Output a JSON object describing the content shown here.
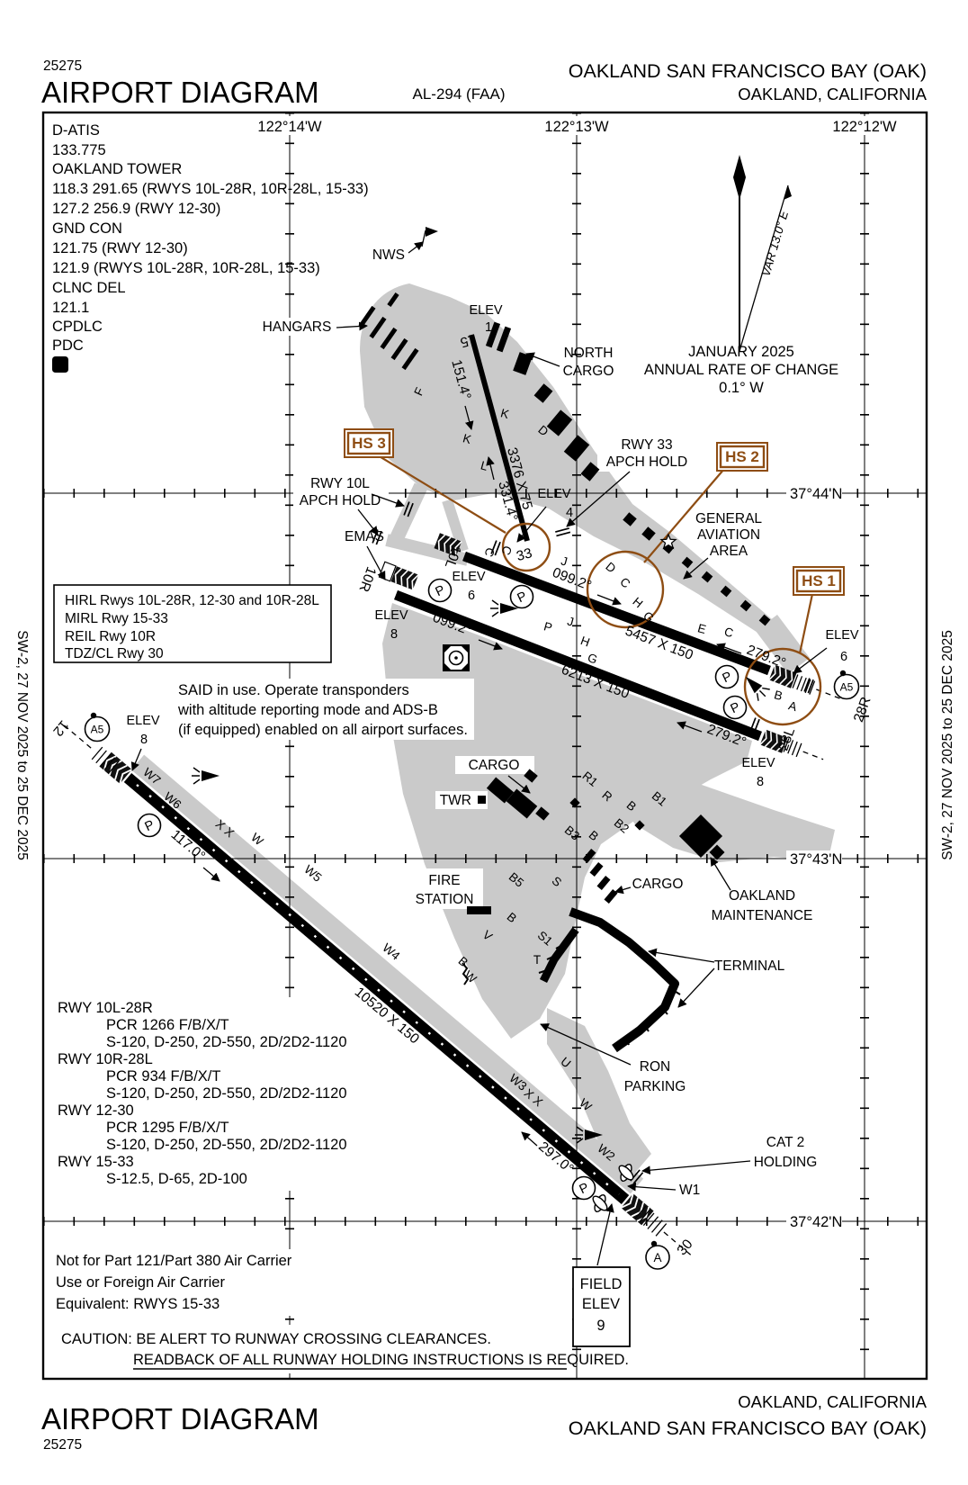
{
  "page": {
    "edition_number": "25275",
    "chart_title": "AIRPORT DIAGRAM",
    "procedure_id": "AL-294 (FAA)",
    "airport_title": "OAKLAND SAN FRANCISCO BAY (OAK)",
    "city": "OAKLAND, CALIFORNIA",
    "side_text": "SW-2,  27 NOV 2025  to  25 DEC 2025"
  },
  "comms": {
    "lines": [
      "D-ATIS",
      "133.775",
      "OAKLAND TOWER",
      "118.3  291.65 (RWYS 10L-28R, 10R-28L, 15-33)",
      "127.2  256.9 (RWY 12-30)",
      "GND CON",
      "121.75 (RWY 12-30)",
      "121.9 (RWYS 10L-28R, 10R-28L, 15-33)",
      "CLNC DEL",
      "121.1",
      "CPDLC",
      "PDC"
    ],
    "cpdlc_symbol": "D"
  },
  "grid": {
    "lon": [
      "122°14'W",
      "122°13'W",
      "122°12'W"
    ],
    "lat": [
      "37°44'N",
      "37°43'N",
      "37°42'N"
    ]
  },
  "magvar": {
    "arrow_label": "VAR 13.0° E",
    "date": "JANUARY 2025",
    "line2": "ANNUAL RATE OF CHANGE",
    "line3": "0.1° W"
  },
  "lighting": {
    "lines": [
      "HIRL Rwys 10L-28R, 12-30 and 10R-28L",
      "MIRL Rwy 15-33",
      "REIL Rwy 10R",
      "TDZ/CL Rwy 30"
    ]
  },
  "said_note": {
    "lines": [
      "SAID in use. Operate transponders",
      "with altitude reporting mode and ADS-B",
      "(if equipped) enabled on all airport surfaces."
    ]
  },
  "runway_data": {
    "entries": [
      {
        "name": "RWY 10L-28R",
        "pcr": "PCR 1266 F/B/X/T",
        "strength": "S-120, D-250, 2D-550, 2D/2D2-1120"
      },
      {
        "name": "RWY 10R-28L",
        "pcr": "PCR 934 F/B/X/T",
        "strength": "S-120, D-250, 2D-550, 2D/2D2-1120"
      },
      {
        "name": "RWY 12-30",
        "pcr": "PCR 1295 F/B/X/T",
        "strength": "S-120, D-250, 2D-550, 2D/2D2-1120"
      },
      {
        "name": "RWY 15-33",
        "pcr": "",
        "strength": "S-12.5, D-65, 2D-100"
      }
    ]
  },
  "part121_note": {
    "lines": [
      "Not for Part 121/Part 380 Air Carrier",
      "Use or Foreign Air Carrier",
      "Equivalent: RWYS 15-33"
    ]
  },
  "caution": {
    "line1": "CAUTION: BE ALERT TO RUNWAY CROSSING CLEARANCES.",
    "line2": "READBACK OF ALL RUNWAY HOLDING INSTRUCTIONS IS REQUIRED."
  },
  "field_elev": {
    "title1": "FIELD",
    "title2": "ELEV",
    "value": "9"
  },
  "hotspots": {
    "hs1": "HS 1",
    "hs2": "HS 2",
    "hs3": "HS 3"
  },
  "runways": {
    "r15_33": {
      "end1": "15",
      "end2": "33",
      "dim": "3376 X 75",
      "hdg1": "151.4°",
      "hdg2": "331.4°"
    },
    "r10l_28r": {
      "end1": "10L",
      "end2": "28R",
      "dim": "5457 X 150",
      "hdg1": "099.2°",
      "hdg2": "279.2°"
    },
    "r10r_28l": {
      "end1": "10R",
      "end2": "28L",
      "dim": "6213 X 150",
      "hdg1": "099.2°",
      "hdg2": "279.2°"
    },
    "r12_30": {
      "end1": "12",
      "end2": "30",
      "dim": "10520 X 150",
      "hdg1": "117.0°",
      "hdg2": "297.0°"
    }
  },
  "elevations": {
    "word": "ELEV",
    "rwy15": "1",
    "rwy33": "4",
    "rwy10l": "6",
    "rwy10r": "8",
    "rwy12": "8",
    "rwy28r": "6",
    "rwy28l": "8"
  },
  "features": {
    "nws": "NWS",
    "hangars": "HANGARS",
    "north_cargo1": "NORTH",
    "north_cargo2": "CARGO",
    "rwy33_hold1": "RWY 33",
    "rwy33_hold2": "APCH HOLD",
    "rwy10l_hold1": "RWY 10L",
    "rwy10l_hold2": "APCH HOLD",
    "emas": "EMAS",
    "ga1": "GENERAL",
    "ga2": "AVIATION",
    "ga3": "AREA",
    "cargo": "CARGO",
    "twr": "TWR",
    "fire1": "FIRE",
    "fire2": "STATION",
    "maint1": "OAKLAND",
    "maint2": "MAINTENANCE",
    "terminal": "TERMINAL",
    "ron1": "RON",
    "ron2": "PARKING",
    "cat21": "CAT 2",
    "cat22": "HOLDING",
    "w1": "W1"
  },
  "symbols": {
    "parking": "P",
    "a5": "A5",
    "a": "A"
  },
  "tw": [
    "F",
    "K",
    "K",
    "L",
    "D",
    "J",
    "C",
    "C",
    "D",
    "C",
    "H",
    "G",
    "J",
    "P",
    "H",
    "G",
    "E",
    "C",
    "B",
    "A",
    "R1",
    "R",
    "B",
    "B1",
    "B2",
    "B3",
    "B",
    "B5",
    "S",
    "B",
    "V",
    "B",
    "S1",
    "T",
    "U",
    "W7",
    "W6",
    "X X",
    "W",
    "W5",
    "W4",
    "W",
    "W3",
    "X X",
    "W",
    "W2"
  ],
  "colors": {
    "hotspot": "#8E4D13",
    "apron": "#cacaca",
    "building": "#000000"
  }
}
